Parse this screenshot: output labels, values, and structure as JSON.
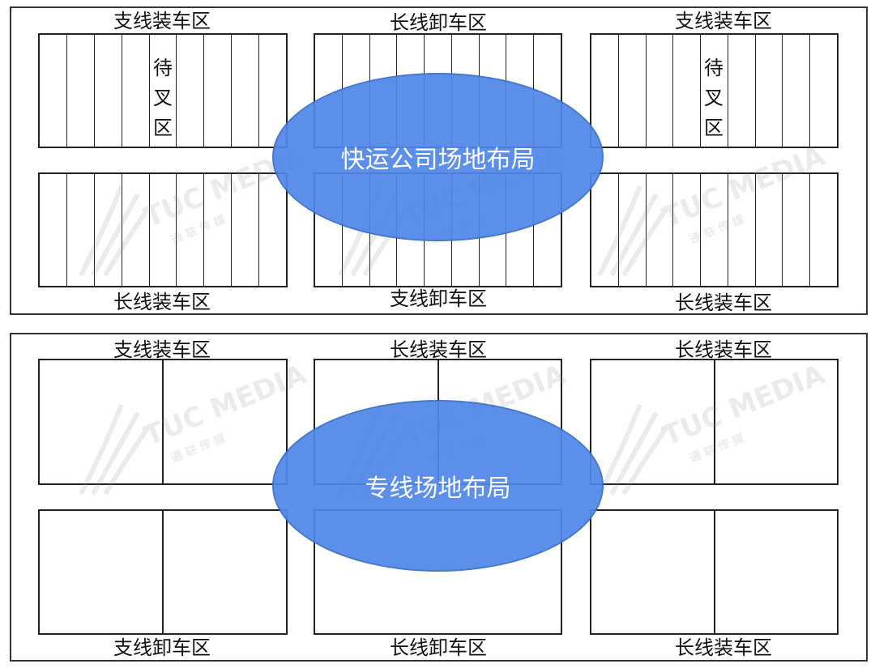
{
  "top": {
    "title": "快运公司场地布局",
    "labels": {
      "top_left": "支线装车区",
      "top_center": "长线卸车区",
      "top_right": "支线装车区",
      "bottom_left": "长线装车区",
      "bottom_center": "支线卸车区",
      "bottom_right": "长线装车区"
    },
    "forklift_left": "待叉区",
    "forklift_right": "待叉区"
  },
  "bottom": {
    "title": "专线场地布局",
    "labels": {
      "top_left": "支线装车区",
      "top_center": "长线装车区",
      "top_right": "长线装车区",
      "bottom_left": "支线卸车区",
      "bottom_center": "长线卸车区",
      "bottom_right": "长线装车区"
    }
  },
  "watermark": {
    "brand": "TUC MEDIA",
    "sub": "通 联 传 媒"
  },
  "colors": {
    "ellipse": "#4f87e8",
    "line": "#222222"
  }
}
